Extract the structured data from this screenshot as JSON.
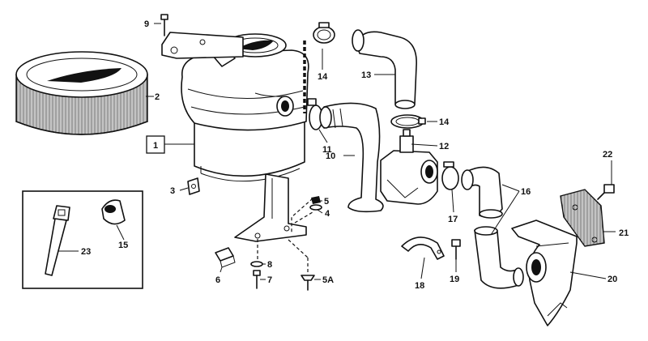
{
  "labels": {
    "p1": "1",
    "p2": "2",
    "p3": "3",
    "p4": "4",
    "p5": "5",
    "p5a": "5A",
    "p6": "6",
    "p7": "7",
    "p8": "8",
    "p9": "9",
    "p10": "10",
    "p11": "11",
    "p12": "12",
    "p13": "13",
    "p14a": "14",
    "p14b": "14",
    "p15": "15",
    "p16": "16",
    "p17": "17",
    "p18": "18",
    "p19": "19",
    "p20": "20",
    "p21": "21",
    "p22": "22",
    "p23": "23"
  }
}
